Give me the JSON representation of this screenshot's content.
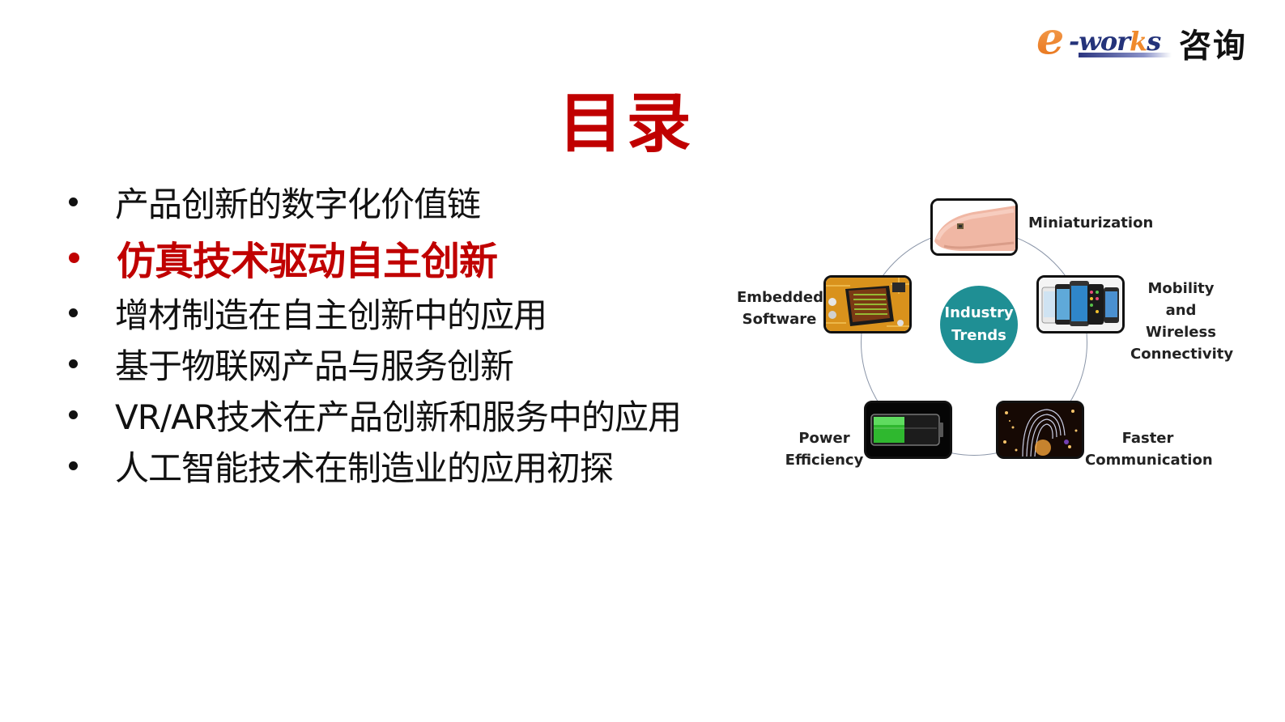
{
  "logo": {
    "brand_e": "e",
    "brand_works_pre": "-wor",
    "brand_works_k": "k",
    "brand_works_post": "s",
    "brand_cn": "咨询",
    "colors": {
      "orange": "#f08a2c",
      "navy": "#24337a"
    }
  },
  "slide": {
    "title": "目录",
    "title_color": "#c00000"
  },
  "agenda": {
    "items": [
      {
        "label": "产品创新的数字化价值链",
        "active": false
      },
      {
        "label": "仿真技术驱动自主创新",
        "active": true
      },
      {
        "label": "增材制造在自主创新中的应用",
        "active": false
      },
      {
        "label": "基于物联网产品与服务创新",
        "active": false
      },
      {
        "label": "VR/AR技术在产品创新和服务中的应用",
        "active": false
      },
      {
        "label": "人工智能技术在制造业的应用初探",
        "active": false
      }
    ],
    "active_color": "#c00000"
  },
  "diagram": {
    "hub": {
      "line1": "Industry",
      "line2": "Trends",
      "color": "#1f8f94"
    },
    "nodes": [
      {
        "id": "miniaturization",
        "lines": [
          "Miniaturization"
        ],
        "image": "fingertip-chip-icon"
      },
      {
        "id": "embedded",
        "lines": [
          "Embedded",
          "Software"
        ],
        "image": "circuit-chip-icon"
      },
      {
        "id": "mobility",
        "lines": [
          "Mobility and",
          "Wireless",
          "Connectivity"
        ],
        "image": "smartphones-icon"
      },
      {
        "id": "power",
        "lines": [
          "Power",
          "Efficiency"
        ],
        "image": "battery-icon"
      },
      {
        "id": "faster",
        "lines": [
          "Faster",
          "Communication"
        ],
        "image": "light-tunnel-icon"
      }
    ]
  }
}
